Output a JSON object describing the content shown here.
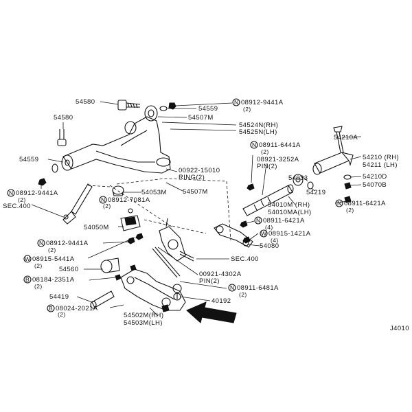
{
  "labels": {
    "p54580_top": "54580",
    "p08912_9441A_top": "08912-9441A",
    "p08912_9441A_top_qty": "(2)",
    "p54559_top": "54559",
    "p54507M_top": "54507M",
    "p54580_left": "54580",
    "p54524N": "54524N(RH)",
    "p54525N": "54525N(LH)",
    "p54559_left": "54559",
    "p08911_6441A": "08911-6441A",
    "p08911_6441A_qty": "(2)",
    "p08921_3252A": "08921-3252A",
    "p08921_pin": "PIN(2)",
    "p54210A": "54210A",
    "p54210": "54210 (RH)",
    "p54211": "54211 (LH)",
    "p00922_15010": "00922-15010",
    "p00922_ring": "RING(2)",
    "p08912_9441A_left": "08912-9441A",
    "p08912_9441A_left_qty": "(2)",
    "sec400_left": "SEC.400",
    "p54053M": "54053M",
    "p54507M_mid": "54507M",
    "p08912_7081A": "08912-7081A",
    "p08912_7081A_qty": "(2)",
    "p54033": "54033",
    "p54219": "54219",
    "p54210D": "54210D",
    "p54070B": "54070B",
    "p54010M": "54010M (RH)",
    "p54010MA": "54010MA(LH)",
    "p08911_6421A_right": "08911-6421A",
    "p08911_6421A_right_qty": "(2)",
    "p08911_6421A_mid": "08911-6421A",
    "p08911_6421A_mid_qty": "(4)",
    "p54050M": "54050M",
    "p08915_1421A": "08915-1421A",
    "p08915_1421A_qty": "(4)",
    "p08912_9441A_low": "08912-9441A",
    "p08912_9441A_low_qty": "(2)",
    "p54080": "54080",
    "sec400_mid": "SEC.400",
    "p08915_5441A": "08915-5441A",
    "p08915_5441A_qty": "(2)",
    "p54560": "54560",
    "p08184_2351A": "08184-2351A",
    "p08184_2351A_qty": "(2)",
    "p00921_4302A": "00921-4302A",
    "p00921_pin": "PIN(2)",
    "p08911_6481A": "08911-6481A",
    "p08911_6481A_qty": "(2)",
    "p54419": "54419",
    "p40192": "40192",
    "p08024_2021A": "08024-2021A",
    "p08024_2021A_qty": "(2)",
    "p54502M": "54502M(RH)",
    "p54503M": "54503M(LH)",
    "diagram_code": "J4010"
  },
  "symbols": {
    "N": "N",
    "W": "W",
    "B": "B"
  }
}
